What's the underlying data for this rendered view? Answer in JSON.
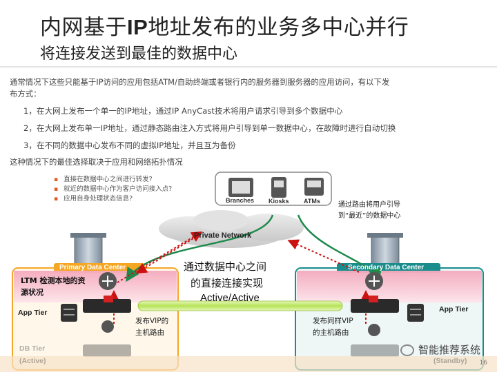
{
  "title": {
    "main_a": "内网基于",
    "main_b": "IP",
    "main_c": "地址发布的业务多中心并行",
    "sub": "将连接发送到最佳的数据中心"
  },
  "intro": {
    "line1": "通常情况下这些只能基于IP访问的应用包括ATM/自助终端或者银行内的服务器到服务器的应用访问，有以下发",
    "line2": "布方式："
  },
  "methods": [
    "1，在大网上发布一个单一的IP地址，通过IP AnyCast技术将用户请求引导到多个数据中心",
    "2，在大网上发布单一IP地址，通过静态路由注入方式将用户引导到单一数据中心，在故障时进行自动切换",
    "3，在不同的数据中心发布不同的虚拟IP地址，并且互为备份"
  ],
  "best_choice": "这种情况下的最佳选择取决于应用和网络拓扑情况",
  "considerations": [
    "直接在数据中心之间进行转发?",
    "就近的数据中心作为客户访问接入点?",
    "应用自身处理状态信息?"
  ],
  "clients": {
    "branches": "Branches",
    "kiosks": "Kiosks",
    "atms": "ATMs"
  },
  "route_note": {
    "line1": "通过路由将用户引导",
    "line2": "到“最近”的数据中心"
  },
  "private_network": "Private Network",
  "center_note": {
    "line1": "通过数据中心之间",
    "line2": "的直接连接实现",
    "line3": "Active/Active"
  },
  "primary_dc": {
    "label": "Primary Data Center",
    "ltm_line1": "LTM 检测本地的资",
    "ltm_line2": "源状况",
    "app_tier": "App Tier",
    "vip_line1": "发布VIP的",
    "vip_line2": "主机路由",
    "db_tier": "DB Tier",
    "db_state": "(Active)"
  },
  "secondary_dc": {
    "label": "Secondary Data Center",
    "app_tier": "App Tier",
    "vip_line1": "发布同样VIP",
    "vip_line2": "的主机路由",
    "db_state": "(Standby)"
  },
  "watermark": "智能推荐系统",
  "page_number": "16",
  "colors": {
    "accent_orange": "#f5a623",
    "teal": "#1a8c8c",
    "pink_panel": "#f7c5d0",
    "green_arrow": "#2e8b57",
    "red_dotted": "#cc1111",
    "link_bar": "#b6e35a"
  }
}
